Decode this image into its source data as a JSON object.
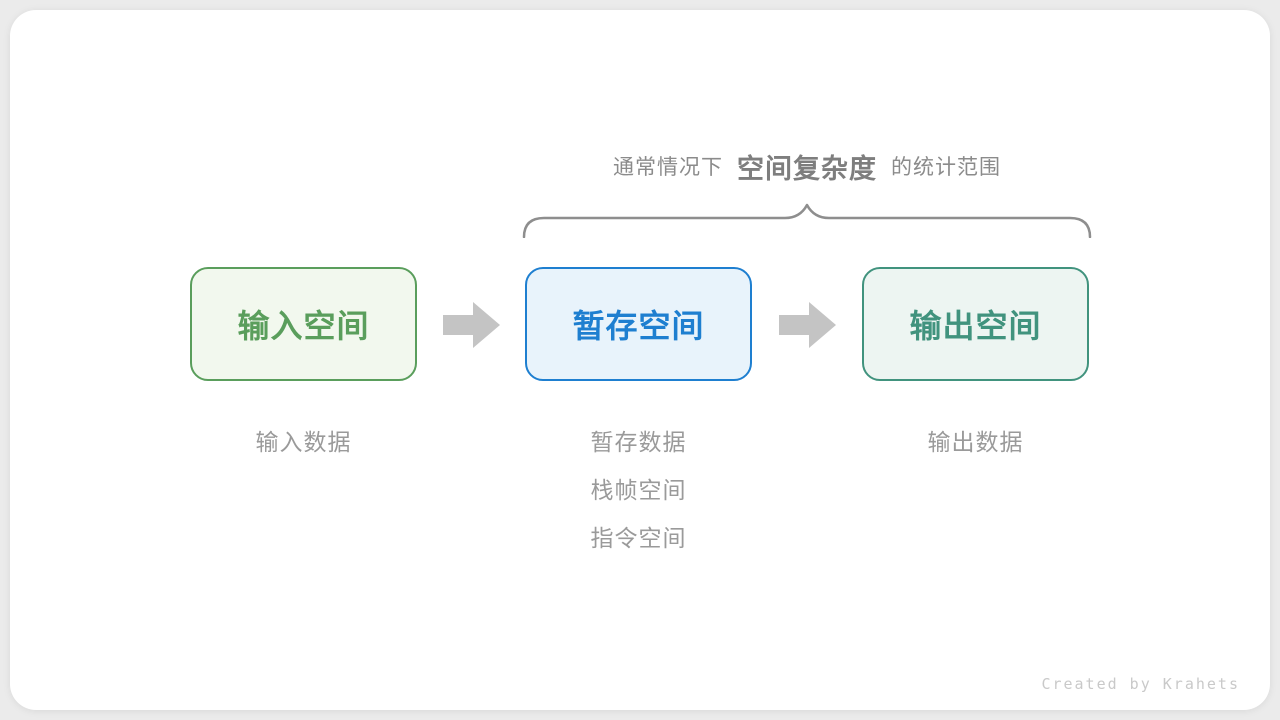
{
  "page": {
    "background_color": "#ebebeb",
    "card_color": "#ffffff",
    "watermark": "Created by Krahets"
  },
  "annotation": {
    "title_prefix": "通常情况下",
    "title_emphasis": "空间复杂度",
    "title_suffix": "的统计范围",
    "text_color": "#8b8b8b",
    "emphasis_color": "#7e7e7e",
    "brace_color": "#8e8e8e",
    "brace_shape": "top-curly-brace"
  },
  "boxes": [
    {
      "label": "输入空间",
      "text_color": "#5a9e5c",
      "border_color": "#5a9e5c",
      "fill_color": "#f2f8ee",
      "sublabels": [
        "输入数据"
      ]
    },
    {
      "label": "暂存空间",
      "text_color": "#1e7fd0",
      "border_color": "#1e7fd0",
      "fill_color": "#e8f3fb",
      "sublabels": [
        "暂存数据",
        "栈帧空间",
        "指令空间"
      ]
    },
    {
      "label": "输出空间",
      "text_color": "#41937e",
      "border_color": "#41937e",
      "fill_color": "#edf5f2",
      "sublabels": [
        "输出数据"
      ]
    }
  ],
  "arrows": {
    "color": "#c4c4c4",
    "direction": "right",
    "count": 2
  },
  "sublabel_text_color": "#9a9a9a"
}
